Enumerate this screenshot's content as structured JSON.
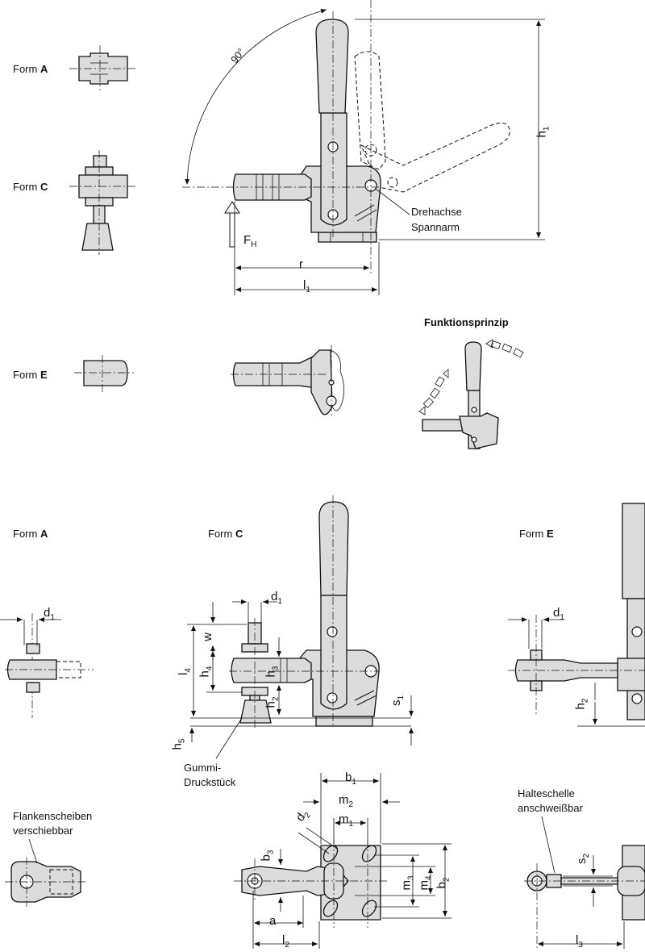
{
  "forms_top": [
    {
      "prefix": "Form ",
      "letter": "A"
    },
    {
      "prefix": "Form ",
      "letter": "C"
    },
    {
      "prefix": "Form ",
      "letter": "E"
    }
  ],
  "forms_bottom": [
    {
      "prefix": "Form ",
      "letter": "A"
    },
    {
      "prefix": "Form ",
      "letter": "C"
    },
    {
      "prefix": "Form ",
      "letter": "E"
    }
  ],
  "main_view": {
    "angle": "90°",
    "force": "F",
    "force_sub": "H",
    "r": "r",
    "l1": "l",
    "l1_sub": "1",
    "h1": "h",
    "h1_sub": "1",
    "pivot_line1": "Drehachse",
    "pivot_line2": "Spannarm"
  },
  "principle": {
    "title": "Funktionsprinzip"
  },
  "side_view": {
    "d1": "d",
    "d1_sub": "1",
    "w": "w",
    "l4": "l",
    "l4_sub": "4",
    "h4": "h",
    "h4_sub": "4",
    "h3": "h",
    "h3_sub": "3",
    "h2": "h",
    "h2_sub": "2",
    "h5": "h",
    "h5_sub": "5",
    "s1": "s",
    "s1_sub": "1",
    "rubber_line1": "Gummi-",
    "rubber_line2": "Druckstück"
  },
  "top_view": {
    "b1": "b",
    "b1_sub": "1",
    "m2": "m",
    "m2_sub": "2",
    "m1": "m",
    "m1_sub": "1",
    "d2": "d",
    "d2_sub": "2",
    "b3": "b",
    "b3_sub": "3",
    "m3": "m",
    "m3_sub": "3",
    "m4": "m",
    "m4_sub": "4",
    "b2": "b",
    "b2_sub": "2",
    "a": "a",
    "l2": "l",
    "l2_sub": "2",
    "washers_line1": "Flankenscheiben",
    "washers_line2": "verschiebbar"
  },
  "form_e_view": {
    "d1": "d",
    "d1_sub": "1",
    "h2": "h",
    "h2_sub": "2",
    "s2": "s",
    "s2_sub": "2",
    "l3": "l",
    "l3_sub": "3",
    "clamp_line1": "Halteschelle",
    "clamp_line2": "anschweißbar"
  },
  "colors": {
    "fill": "#dcdcdc",
    "line": "#111111"
  }
}
